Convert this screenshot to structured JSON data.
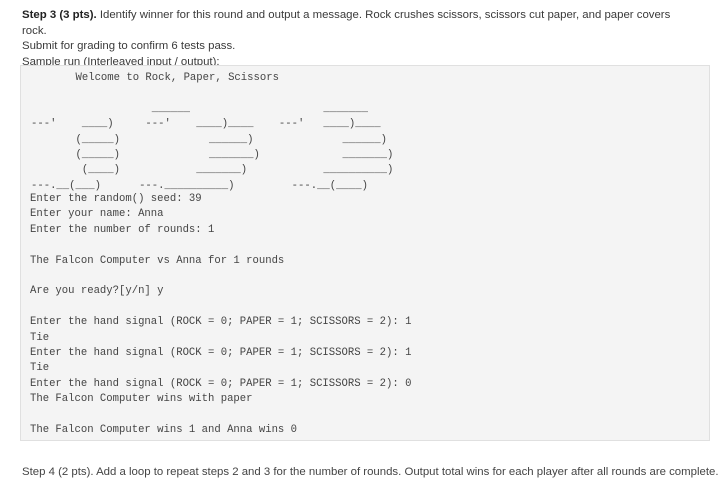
{
  "step3": {
    "heading": "Step 3 (3 pts).",
    "text": " Identify winner for this round and output a message. Rock crushes scissors, scissors cut paper, and paper covers rock.",
    "submit": "Submit for grading to confirm 6 tests pass.",
    "sample": "Sample run (Interleaved input / output):"
  },
  "output": {
    "ascii_art": "       Welcome to Rock, Paper, Scissors\n\n                   ______                     _______\n---'    ____)     ---'    ____)____    ---'   ____)____\n       (_____)              ______)              ______)\n       (_____)              _______)             _______)\n        (____)            _______)            __________)\n---.__(___)      ---.__________)         ---.__(____)",
    "lines": [
      "Enter the random() seed: 39",
      "Enter your name: Anna",
      "Enter the number of rounds: 1",
      "",
      "The Falcon Computer vs Anna for 1 rounds",
      "",
      "Are you ready?[y/n] y",
      "",
      "Enter the hand signal (ROCK = 0; PAPER = 1; SCISSORS = 2): 1",
      "Tie",
      "Enter the hand signal (ROCK = 0; PAPER = 1; SCISSORS = 2): 1",
      "Tie",
      "Enter the hand signal (ROCK = 0; PAPER = 1; SCISSORS = 2): 0",
      "The Falcon Computer wins with paper",
      "",
      "The Falcon Computer wins 1 and Anna wins 0"
    ]
  },
  "step4": {
    "text": "Step 4 (2 pts). Add a loop to repeat steps 2 and 3 for the number of rounds. Output total wins for each player after all rounds are complete."
  }
}
